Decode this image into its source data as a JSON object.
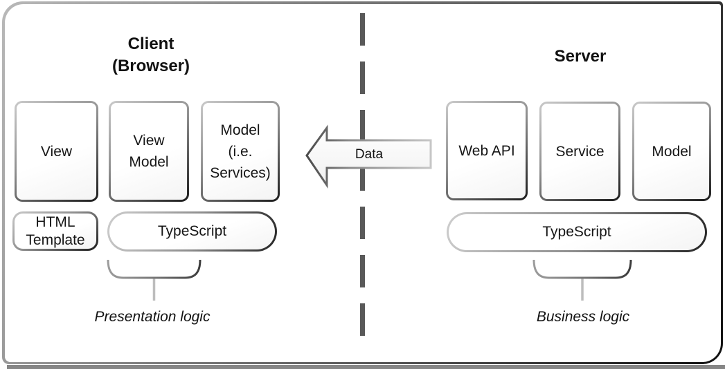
{
  "client": {
    "title": "Client\n(Browser)",
    "boxes": [
      {
        "label": "View"
      },
      {
        "label": "View\nModel"
      },
      {
        "label": "Model\n(i.e.\nServices)"
      }
    ],
    "html_template_label": "HTML\nTemplate",
    "typescript_label": "TypeScript",
    "logic_label": "Presentation logic"
  },
  "server": {
    "title": "Server",
    "boxes": [
      {
        "label": "Web API"
      },
      {
        "label": "Service"
      },
      {
        "label": "Model"
      }
    ],
    "typescript_label": "TypeScript",
    "logic_label": "Business logic"
  },
  "arrow": {
    "label": "Data",
    "direction": "left"
  },
  "colors": {
    "background": "#ffffff",
    "divider_dash": "#595959",
    "border_light": "#bdbdbd",
    "border_dark": "#1a1a1a",
    "text": "#161616"
  }
}
